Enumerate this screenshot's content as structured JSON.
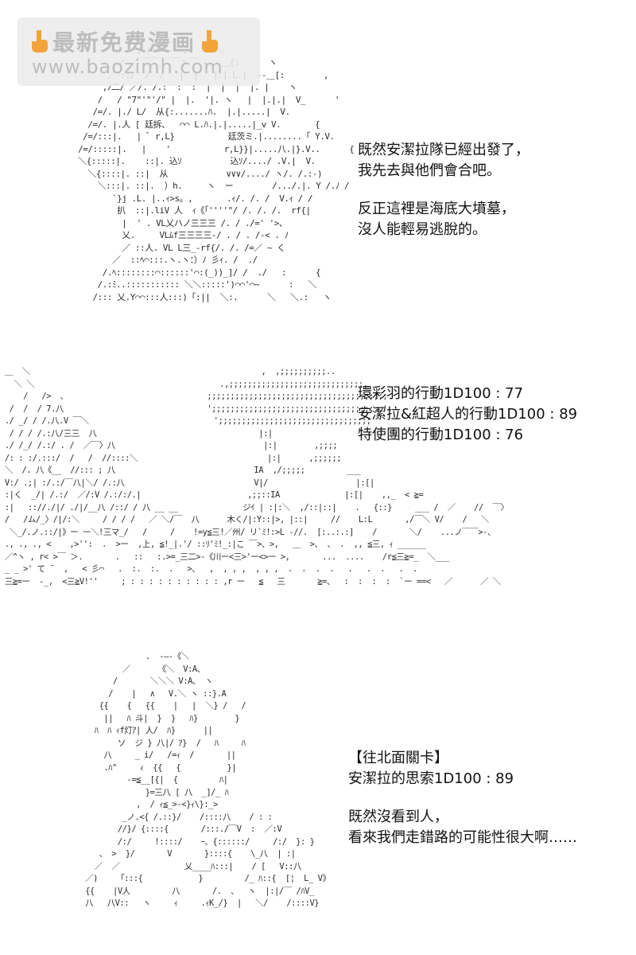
{
  "watermark": {
    "title": "最新免费漫画",
    "url": "www.baozimh.com",
    "icon": "pointing-hand-icon",
    "color": "#f2a43a"
  },
  "panels": [
    {
      "art": "character-portrait",
      "lines": [
        "既然安潔拉隊已經出發了，",
        "我先去與他們會合吧。",
        "",
        "反正這裡是海底大墳墓，",
        "沒人能輕易逃脫的。"
      ]
    },
    {
      "art": "explosion-landscape",
      "lines": [
        "環彩羽的行動1D100 : 77",
        "安潔拉&紅超人的行動1D100 : 89",
        "特使團的行動1D100 : 76"
      ]
    },
    {
      "art": "character-standing",
      "lines": [
        "【往北面關卡】",
        "安潔拉的思索1D100 : 89",
        "",
        "既然沒看到人，",
        "看來我們走錯路的可能性很大啊……"
      ]
    }
  ]
}
